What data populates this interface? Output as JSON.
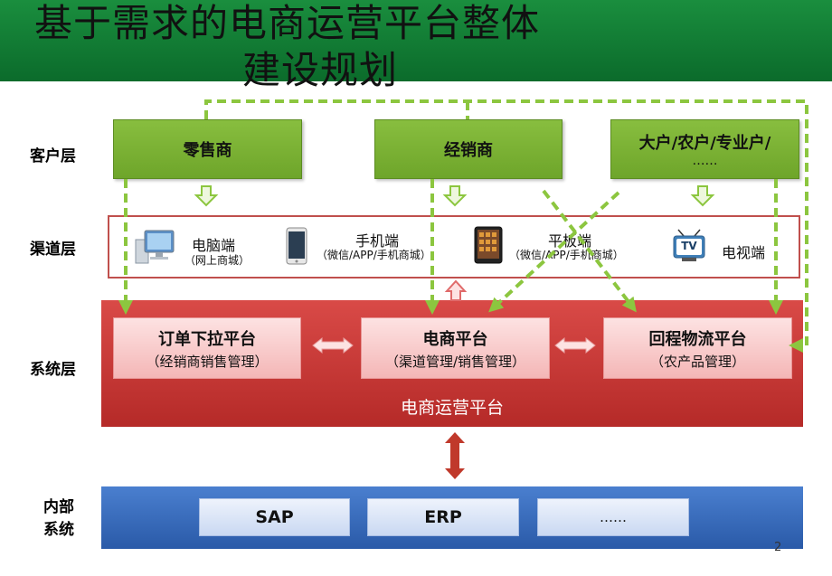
{
  "title": {
    "line1": "基于需求的电商运营平台整体",
    "line2": "建设规划"
  },
  "layers": {
    "customer": "客户层",
    "channel": "渠道层",
    "system": "系统层",
    "internal_line1": "内部",
    "internal_line2": "系统"
  },
  "customers": {
    "retailer": "零售商",
    "distributor": "经销商",
    "large_line1": "大户/农户/专业户/",
    "large_line2": "……"
  },
  "channels": {
    "pc": {
      "label": "电脑端",
      "sub": "（网上商城）"
    },
    "mobile": {
      "label": "手机端",
      "sub": "（微信/APP/手机商城）"
    },
    "tablet": {
      "label": "平板端",
      "sub": "（微信/APP/手机商城）"
    },
    "tv": {
      "label": "电视端",
      "icon_text": "TV"
    }
  },
  "systems": {
    "order": {
      "label": "订单下拉平台",
      "sub": "（经销商销售管理）"
    },
    "ecommerce": {
      "label": "电商平台",
      "sub": "（渠道管理/销售管理）"
    },
    "logistics": {
      "label": "回程物流平台",
      "sub": "（农产品管理）"
    },
    "band_label": "电商运营平台"
  },
  "internal": {
    "sap": "SAP",
    "erp": "ERP",
    "more": "……"
  },
  "page_number": "2",
  "colors": {
    "header_green": "#0b6b2b",
    "customer_green": "#7ab032",
    "dashed_green": "#8cc63f",
    "system_red": "#c0392b",
    "internal_blue": "#2a5aa8",
    "arrow_red": "#c0392b"
  }
}
